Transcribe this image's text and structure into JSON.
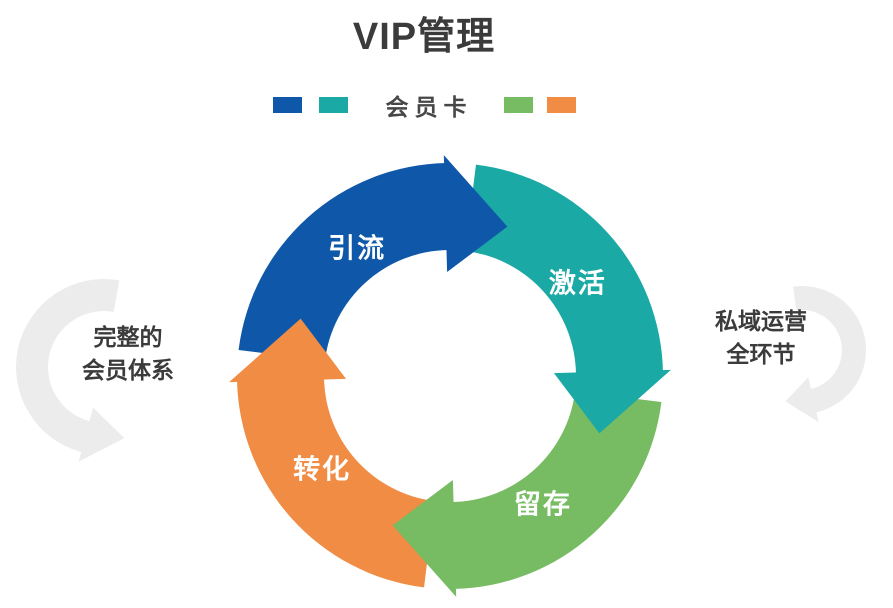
{
  "title": "VIP管理",
  "legend": {
    "label": "会员卡",
    "swatches": [
      {
        "name": "blue",
        "color": "#0f57a9"
      },
      {
        "name": "teal",
        "color": "#1ba9a5"
      },
      {
        "name": "green",
        "color": "#77bc63"
      },
      {
        "name": "orange",
        "color": "#f08c44"
      }
    ]
  },
  "cycle": {
    "segments": [
      {
        "id": "acquisition",
        "label": "引流",
        "color": "#0f57a9"
      },
      {
        "id": "activation",
        "label": "激活",
        "color": "#1ba9a5"
      },
      {
        "id": "retention",
        "label": "留存",
        "color": "#77bc63"
      },
      {
        "id": "conversion",
        "label": "转化",
        "color": "#f08c44"
      }
    ],
    "label_color": "#ffffff"
  },
  "annotations": {
    "left": {
      "lines": [
        "完整的",
        "会员体系"
      ]
    },
    "right": {
      "lines": [
        "私域运营",
        "全环节"
      ]
    }
  },
  "colors": {
    "background": "#ffffff",
    "text": "#3b3b3b",
    "swoosh": "#ececec"
  }
}
